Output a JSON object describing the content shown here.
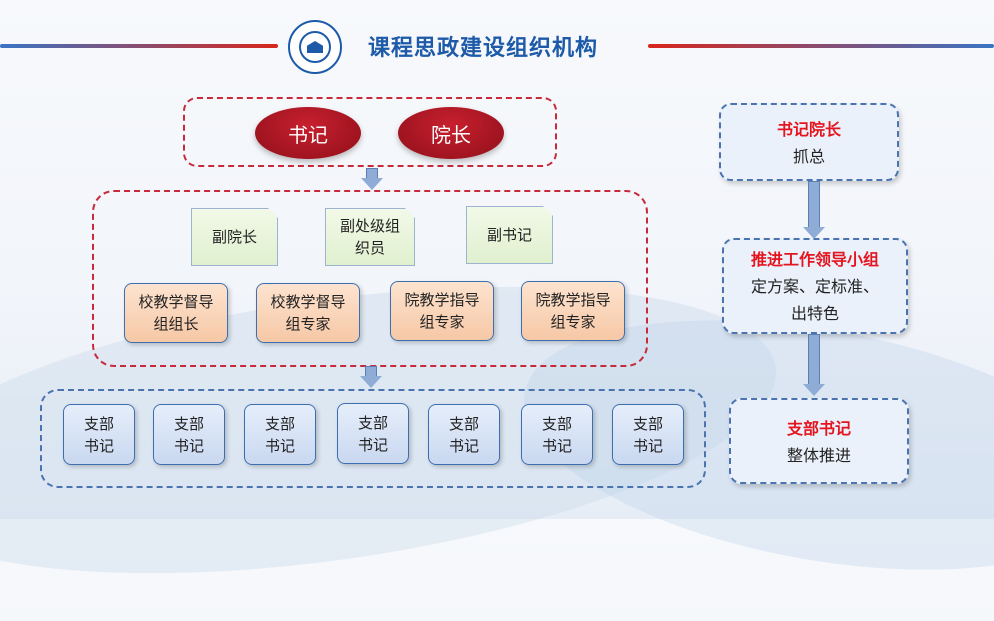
{
  "header": {
    "title": "课程思政建设组织机构"
  },
  "top_group": {
    "nodes": [
      "书记",
      "院长"
    ]
  },
  "middle_group": {
    "roles": [
      "副院长",
      "副处级组织员",
      "副书记"
    ],
    "experts": [
      [
        "校教学督导",
        "组组长"
      ],
      [
        "校教学督导",
        "组专家"
      ],
      [
        "院教学指导",
        "组专家"
      ],
      [
        "院教学指导",
        "组专家"
      ]
    ]
  },
  "bottom_group": {
    "branches": [
      [
        "支部",
        "书记"
      ],
      [
        "支部",
        "书记"
      ],
      [
        "支部",
        "书记"
      ],
      [
        "支部",
        "书记"
      ],
      [
        "支部",
        "书记"
      ],
      [
        "支部",
        "书记"
      ],
      [
        "支部",
        "书记"
      ]
    ]
  },
  "right_flow": [
    {
      "head": "书记院长",
      "lines": [
        "抓总"
      ]
    },
    {
      "head": "推进工作领导小组",
      "lines": [
        "定方案、定标准、",
        "出特色"
      ]
    },
    {
      "head": "支部书记",
      "lines": [
        "整体推进"
      ]
    }
  ],
  "colors": {
    "accent_red": "#c8202e",
    "accent_blue": "#1d5aa8",
    "dash_red": "#c72a3a",
    "dash_blue": "#4a73b0"
  }
}
